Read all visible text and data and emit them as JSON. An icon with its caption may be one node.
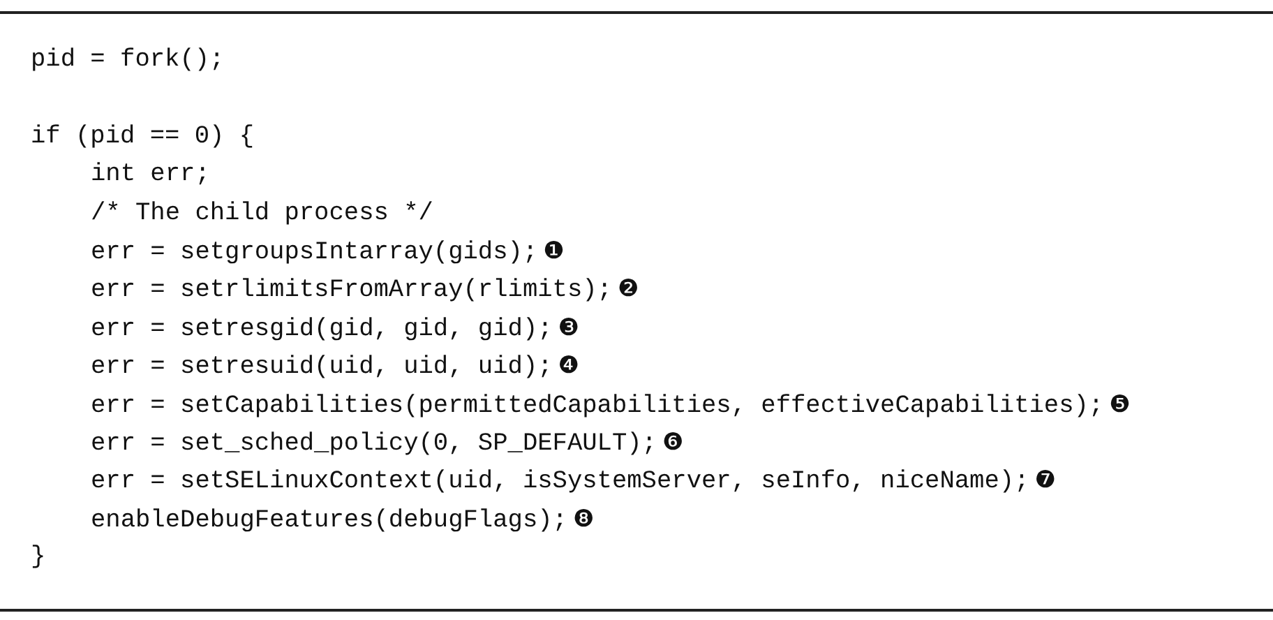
{
  "diagram": {
    "labels": [
      "pid = fork();",
      "if (pid == 0) {",
      "int err;",
      "/* The child process */",
      "err = setgroupsIntarray(gids);",
      "❶",
      "err = setrlimitsFromArray(rlimits);",
      "❷",
      "err = setresgid(gid, gid, gid);",
      "❸",
      "err = setresuid(uid, uid, uid);",
      "❹",
      "err = setCapabilities(permittedCapabilities, effectiveCapabilities);",
      "❺",
      "err = set_sched_policy(0, SP_DEFAULT);",
      "❻",
      "err = setSELinuxContext(uid, isSystemServer, seInfo, niceName);",
      "❼",
      "enableDebugFeatures(debugFlags);",
      "❽",
      "}"
    ]
  }
}
